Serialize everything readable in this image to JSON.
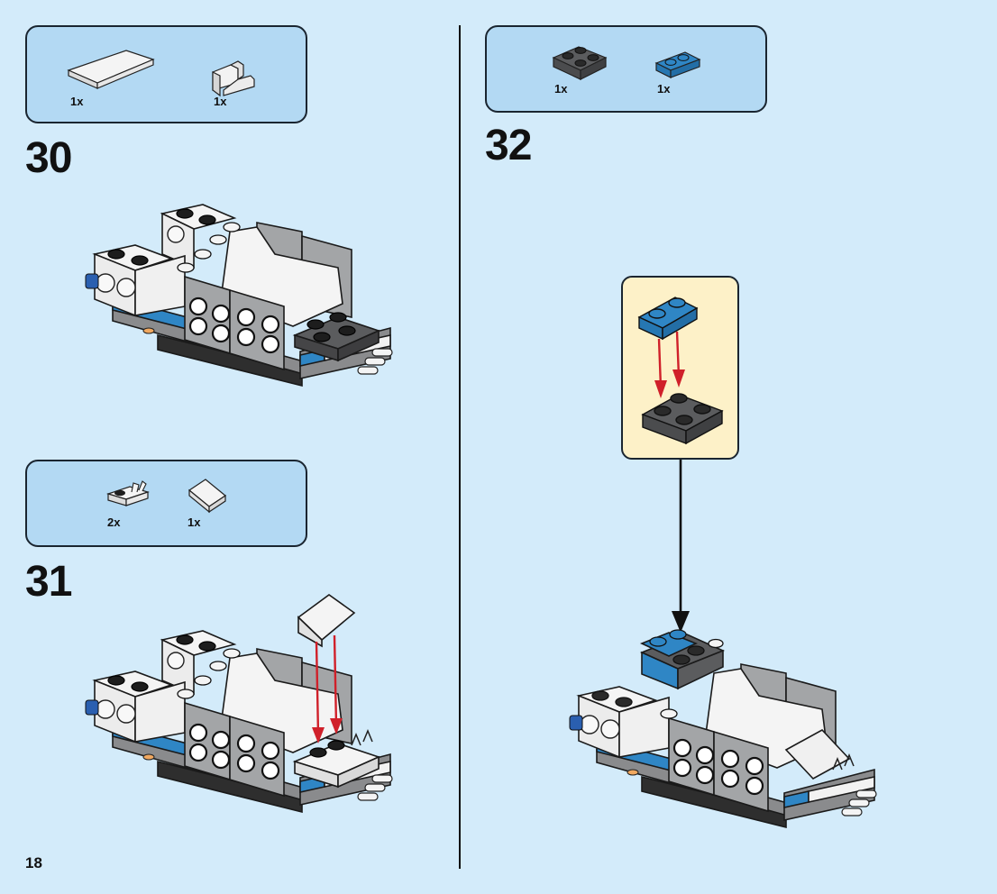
{
  "page": {
    "number": "18"
  },
  "steps": [
    {
      "number": "30",
      "parts": [
        {
          "name": "white-tile-2x4",
          "quantity": "1x"
        },
        {
          "name": "white-bracket",
          "quantity": "1x"
        }
      ]
    },
    {
      "number": "31",
      "parts": [
        {
          "name": "white-plate-with-clip",
          "quantity": "2x"
        },
        {
          "name": "white-slope",
          "quantity": "1x"
        }
      ]
    },
    {
      "number": "32",
      "parts": [
        {
          "name": "dark-gray-plate-2x2",
          "quantity": "1x"
        },
        {
          "name": "blue-plate-1x2",
          "quantity": "1x"
        }
      ]
    }
  ],
  "colors": {
    "background": "#d3ebfa",
    "parts_box": "#b3d9f3",
    "callout": "#fdf1c8",
    "arrow_red": "#d0202a",
    "brick_blue": "#2f86c5",
    "brick_dark_gray": "#5b5c5e",
    "brick_light_gray": "#a3a5a7"
  }
}
